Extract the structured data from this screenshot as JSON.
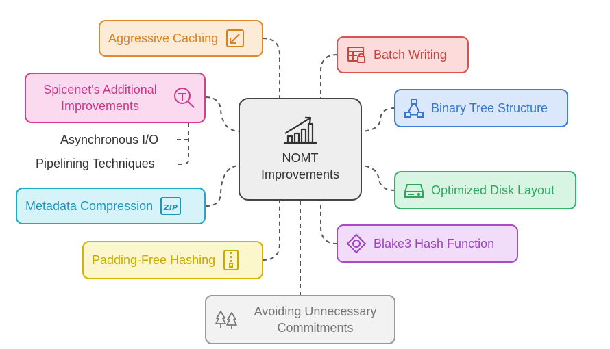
{
  "center": {
    "line1": "NOMT",
    "line2": "Improvements",
    "icon": "chart-growth-icon"
  },
  "nodes": {
    "aggressive_caching": {
      "label": "Aggressive Caching",
      "icon": "resize-arrow-icon",
      "color": "#e08a2c"
    },
    "batch_writing": {
      "label": "Batch Writing",
      "icon": "table-lock-icon",
      "color": "#d9534f"
    },
    "spicenet": {
      "line1": "Spicenet's Additional",
      "line2": "Improvements",
      "icon": "magnify-tool-icon",
      "color": "#d63c8f"
    },
    "binary_tree": {
      "label": "Binary Tree Structure",
      "icon": "tree-structure-icon",
      "color": "#3f7fd6"
    },
    "optimized_disk": {
      "label": "Optimized Disk Layout",
      "icon": "hard-drive-icon",
      "color": "#34b56b"
    },
    "metadata": {
      "label": "Metadata Compression",
      "icon": "zip-icon",
      "color": "#1fa8c9"
    },
    "blake3": {
      "label": "Blake3 Hash Function",
      "icon": "diamond-hash-icon",
      "color": "#a64bc9"
    },
    "padding_free": {
      "label": "Padding-Free Hashing",
      "icon": "zipper-file-icon",
      "color": "#d4b400"
    },
    "avoiding": {
      "line1": "Avoiding Unnecessary",
      "line2": "Commitments",
      "icon": "trees-icon",
      "color": "#888888"
    }
  },
  "sub_items": {
    "async_io": "Asynchronous I/O",
    "pipelining": "Pipelining Techniques"
  }
}
